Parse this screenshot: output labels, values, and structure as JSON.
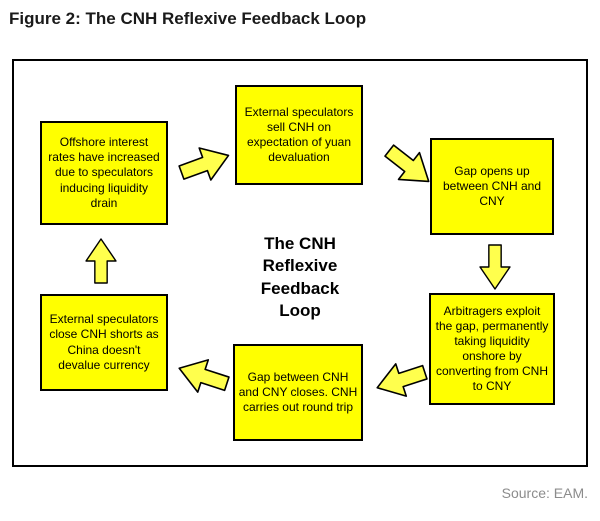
{
  "title": "Figure 2: The CNH Reflexive Feedback Loop",
  "diagram": {
    "center_label": "The CNH\nReflexive\nFeedback\nLoop",
    "boxes": [
      {
        "id": "offshore-rates",
        "text": "Offshore interest rates have increased due to speculators inducing liquidity drain"
      },
      {
        "id": "speculators-sell",
        "text": "External speculators sell CNH on expectation of yuan devaluation"
      },
      {
        "id": "gap-opens",
        "text": "Gap opens up between CNH and CNY"
      },
      {
        "id": "arbitragers-exploit",
        "text": "Arbitragers exploit the gap, permanently taking liquidity onshore by converting from CNH to CNY"
      },
      {
        "id": "gap-closes",
        "text": "Gap between CNH and CNY closes. CNH carries out round trip"
      },
      {
        "id": "speculators-close",
        "text": "External speculators close CNH shorts as China doesn't devalue currency"
      }
    ],
    "connections": [
      {
        "from": "offshore-rates",
        "to": "speculators-sell",
        "direction": "right-up"
      },
      {
        "from": "speculators-sell",
        "to": "gap-opens",
        "direction": "right-down"
      },
      {
        "from": "gap-opens",
        "to": "arbitragers-exploit",
        "direction": "down"
      },
      {
        "from": "arbitragers-exploit",
        "to": "gap-closes",
        "direction": "left-down"
      },
      {
        "from": "gap-closes",
        "to": "speculators-close",
        "direction": "left-up"
      },
      {
        "from": "speculators-close",
        "to": "offshore-rates",
        "direction": "up"
      }
    ],
    "colors": {
      "box_fill": "#ffff00",
      "arrow_fill": "#ffff4d",
      "border": "#000000",
      "source_text": "#8c8c8c"
    }
  },
  "source": "Source: EAM."
}
